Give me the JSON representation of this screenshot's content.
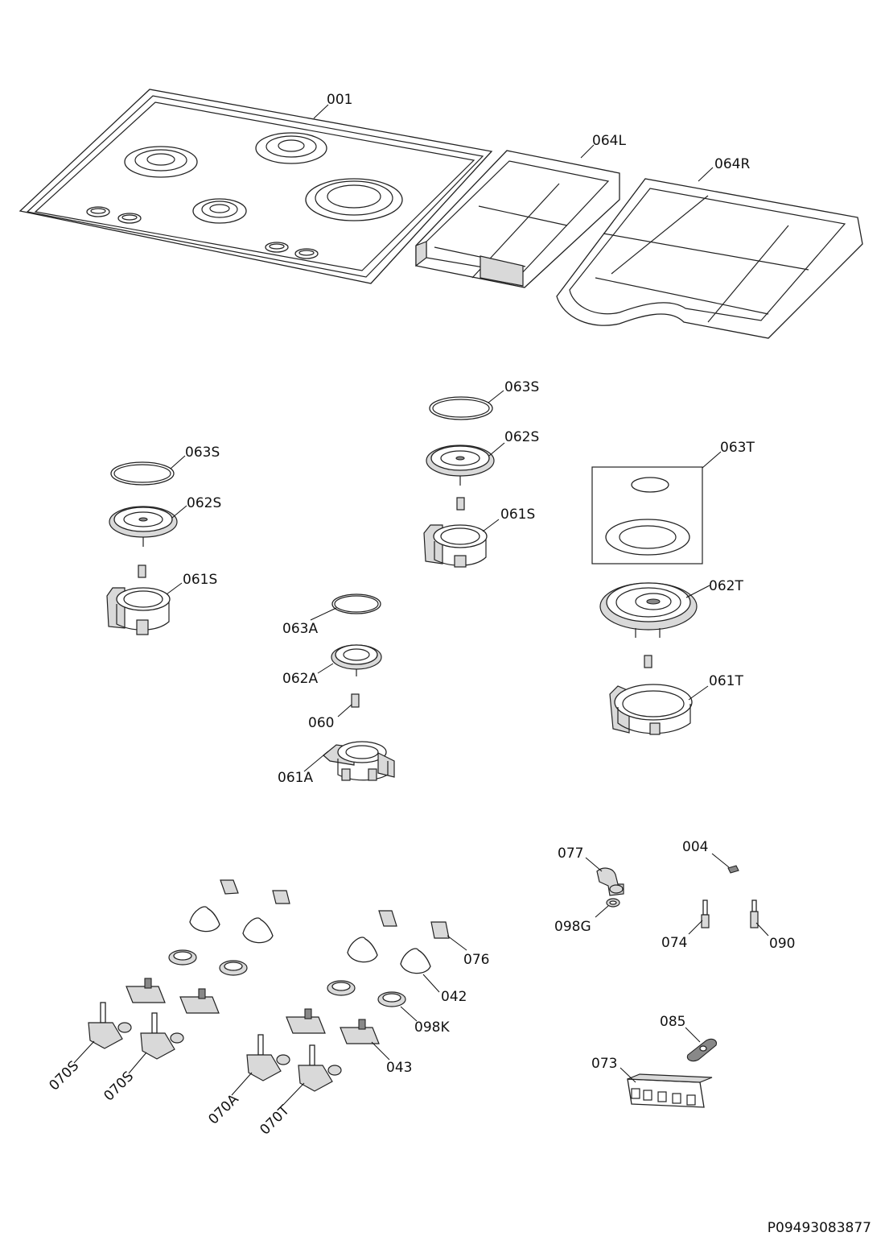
{
  "diagram": {
    "reference": "P09493083877",
    "labels": {
      "hob_top": "001",
      "pan_support_left": "064L",
      "pan_support_right": "064R",
      "cap_left": "063S",
      "crown_left": "062S",
      "base_left": "061S",
      "cap_mid": "063S",
      "crown_mid": "062S",
      "base_mid": "061S",
      "cap_triple": "063T",
      "crown_triple": "062T",
      "base_triple": "061T",
      "cap_aux": "063A",
      "crown_aux": "062A",
      "injector": "060",
      "base_aux": "061A",
      "elbow": "077",
      "seal": "098G",
      "part_004": "004",
      "thermocouple": "074",
      "spark_plug": "090",
      "clip": "076",
      "knob": "042",
      "bezel": "098K",
      "microswitch": "043",
      "valve_s1": "070S",
      "valve_s2": "070S",
      "valve_a": "070A",
      "valve_t": "070T",
      "ignition_button": "085",
      "spark_generator": "073"
    }
  }
}
